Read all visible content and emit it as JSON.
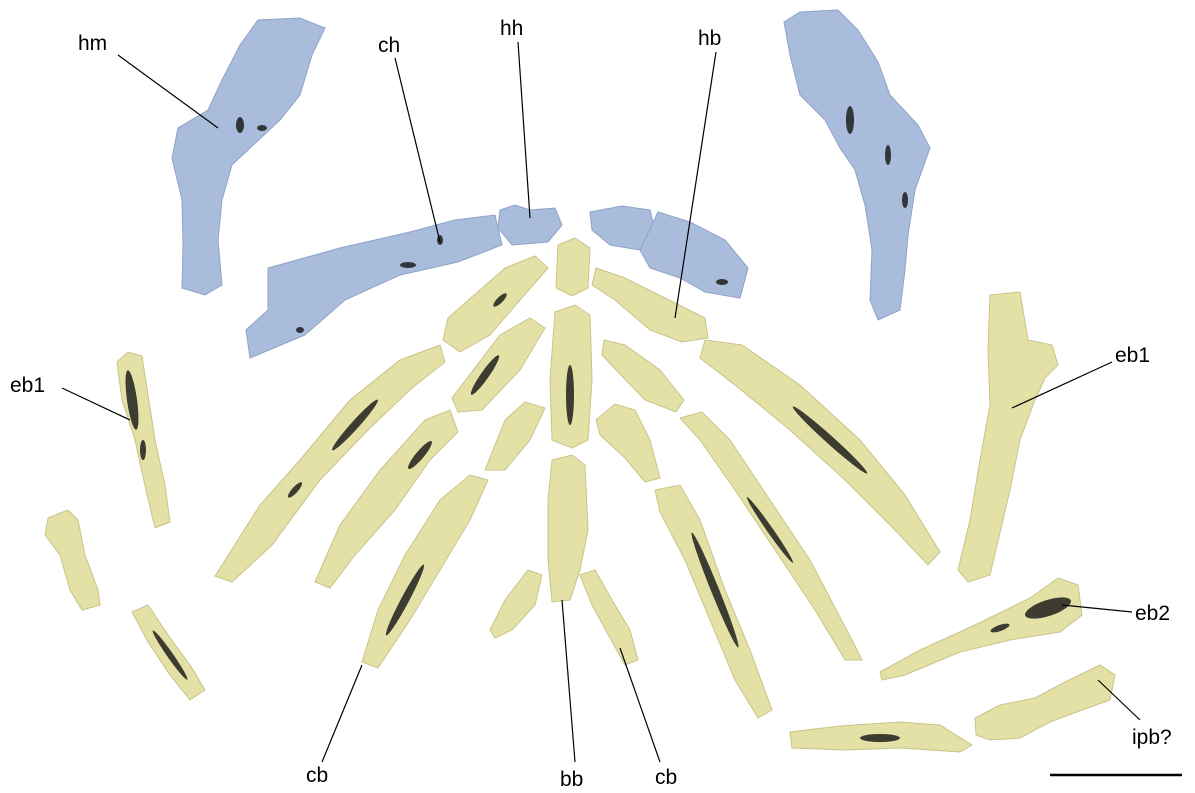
{
  "colors": {
    "blue_bone": "#a9bcdc",
    "yellow_bone": "#e4e1a6",
    "cavity": "#1f1f1c"
  },
  "labels": {
    "hm": "hm",
    "ch": "ch",
    "hh": "hh",
    "hb": "hb",
    "eb1_left": "eb1",
    "eb1_right": "eb1",
    "eb2": "eb2",
    "ipb": "ipb?",
    "cb_left": "cb",
    "bb": "bb",
    "cb_right": "cb"
  }
}
